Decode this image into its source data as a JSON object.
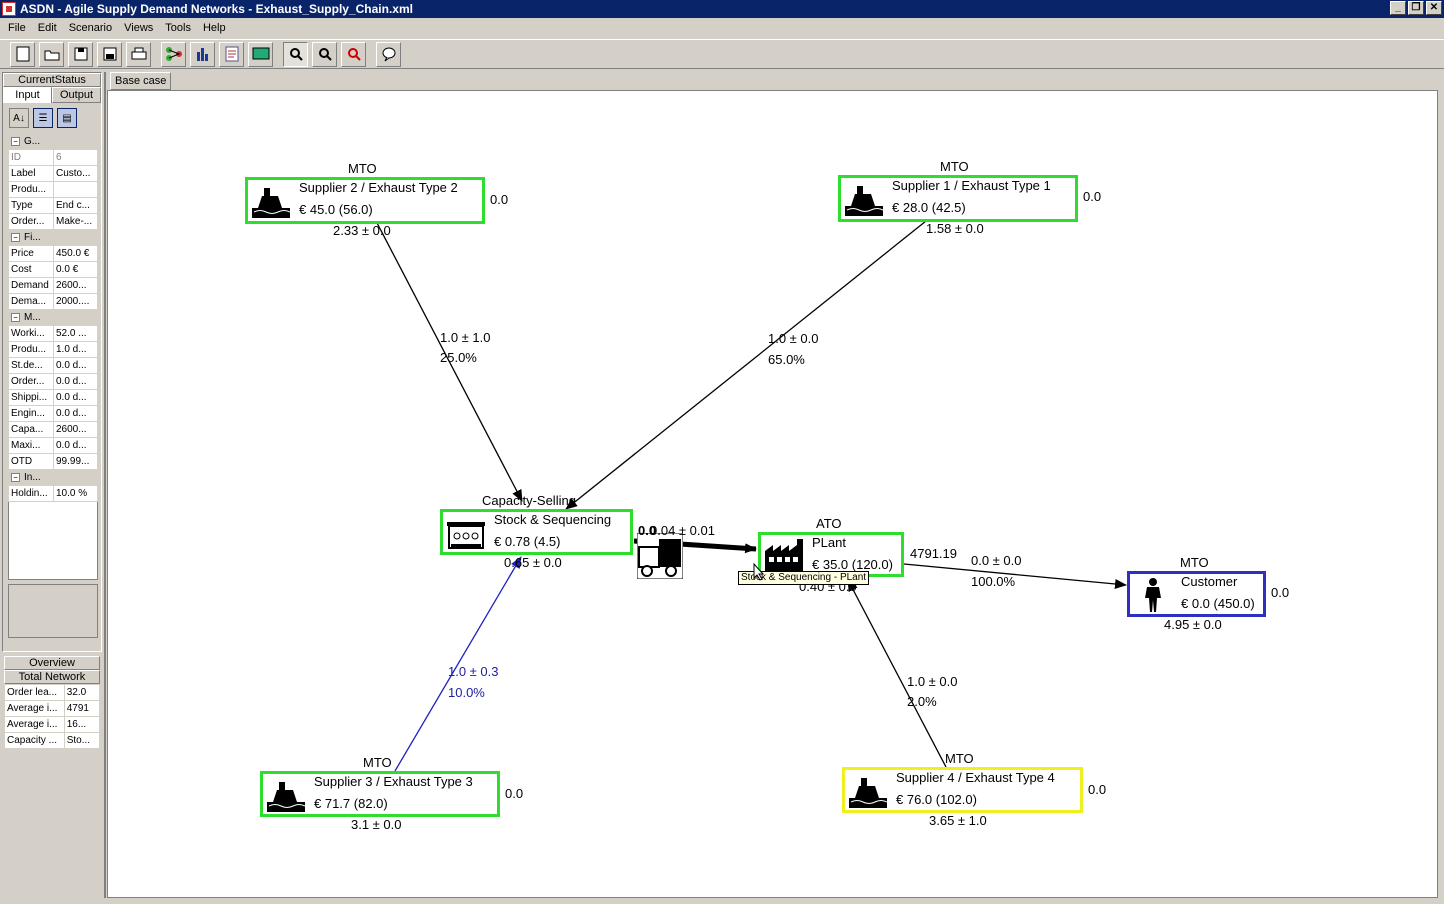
{
  "window": {
    "title": "ASDN - Agile Supply Demand Networks - Exhaust_Supply_Chain.xml"
  },
  "menu": [
    "File",
    "Edit",
    "Scenario",
    "Views",
    "Tools",
    "Help"
  ],
  "left_panel": {
    "title": "CurrentStatus",
    "tabs": [
      "Input",
      "Output"
    ],
    "groups": [
      {
        "name": "G...",
        "rows": [
          [
            "ID",
            "6"
          ],
          [
            "Label",
            "Custo..."
          ],
          [
            "Produ...",
            ""
          ],
          [
            "Type",
            "End c..."
          ],
          [
            "Order...",
            "Make-..."
          ]
        ]
      },
      {
        "name": "Fi...",
        "rows": [
          [
            "Price",
            "450.0 €"
          ],
          [
            "Cost",
            "0.0 €"
          ],
          [
            "Demand",
            "2600..."
          ],
          [
            "Dema...",
            "2000...."
          ]
        ]
      },
      {
        "name": "M...",
        "rows": [
          [
            "Worki...",
            "52.0 ..."
          ],
          [
            "Produ...",
            "1.0 d..."
          ],
          [
            "St.de...",
            "0.0 d..."
          ],
          [
            "Order...",
            "0.0 d..."
          ],
          [
            "Shippi...",
            "0.0 d..."
          ],
          [
            "Engin...",
            "0.0 d..."
          ],
          [
            "Capa...",
            "2600..."
          ],
          [
            "Maxi...",
            "0.0 d..."
          ],
          [
            "OTD",
            "99.99..."
          ]
        ]
      },
      {
        "name": "In...",
        "rows": [
          [
            "Holdin...",
            "10.0 %"
          ]
        ]
      }
    ]
  },
  "overview": {
    "title": "Overview",
    "subtitle": "Total Network",
    "rows": [
      [
        "Order lea...",
        "32.0"
      ],
      [
        "Average i...",
        "4791"
      ],
      [
        "Average i...",
        "16..."
      ],
      [
        "Capacity ...",
        "Sto..."
      ]
    ]
  },
  "doc_tab": "Base case",
  "network": {
    "nodes": {
      "s2": {
        "type_label": "MTO",
        "name": "Supplier 2 / Exhaust Type 2",
        "price": "€ 45.0 (56.0)",
        "time": "2.33 ± 0.0",
        "stock": "0.0"
      },
      "s1": {
        "type_label": "MTO",
        "name": "Supplier 1 / Exhaust Type 1",
        "price": "€ 28.0 (42.5)",
        "time": "1.58 ± 0.0",
        "stock": "0.0"
      },
      "cap": {
        "type_label": "Capacity-Selling",
        "name": "Stock & Sequencing",
        "price": "€ 0.78 (4.5)",
        "time": "0.65 ± 0.0"
      },
      "plant": {
        "type_label": "ATO",
        "name": "PLant",
        "price": "€ 35.0 (120.0)",
        "time": "0.40 ± 0.0",
        "stock": "4791.19"
      },
      "cust": {
        "type_label": "MTO",
        "name": "Customer",
        "price": "€ 0.0 (450.0)",
        "time": "4.95 ± 0.0",
        "stock": "0.0"
      },
      "s3": {
        "type_label": "MTO",
        "name": "Supplier 3 / Exhaust Type 3",
        "price": "€ 71.7 (82.0)",
        "time": "3.1 ± 0.0",
        "stock": "0.0"
      },
      "s4": {
        "type_label": "MTO",
        "name": "Supplier 4 / Exhaust Type 4",
        "price": "€ 76.0 (102.0)",
        "time": "3.65 ± 1.0",
        "stock": "0.0"
      }
    },
    "edges": {
      "s2_cap": {
        "lead": "1.0 ± 1.0",
        "share": "25.0%"
      },
      "s1_cap": {
        "lead": "1.0 ± 0.0",
        "share": "65.0%"
      },
      "s3_cap": {
        "lead": "1.0 ± 0.3",
        "share": "10.0%"
      },
      "cap_plant": {
        "lead": "0.04 ± 0.01",
        "stock": "0.0"
      },
      "plant_cust": {
        "lead": "0.0 ± 0.0",
        "share": "100.0%"
      },
      "s4_plant": {
        "lead": "1.0 ± 0.0",
        "share": "2.0%"
      }
    },
    "tooltip": "Stock & Sequencing - PLant"
  },
  "icons": {
    "toolbar": [
      "new-icon",
      "open-icon",
      "save-icon",
      "save-all-icon",
      "print-icon",
      "network-icon",
      "bar-chart-icon",
      "report-icon",
      "monitor-icon",
      "zoom-fit-icon",
      "zoom-in-icon",
      "zoom-out-icon",
      "comment-icon"
    ]
  },
  "colors": {
    "node_border": "#2ede2e",
    "yellow_border": "#f0f020",
    "customer_border": "#3030c0",
    "blue_edge": "#2020c0"
  }
}
